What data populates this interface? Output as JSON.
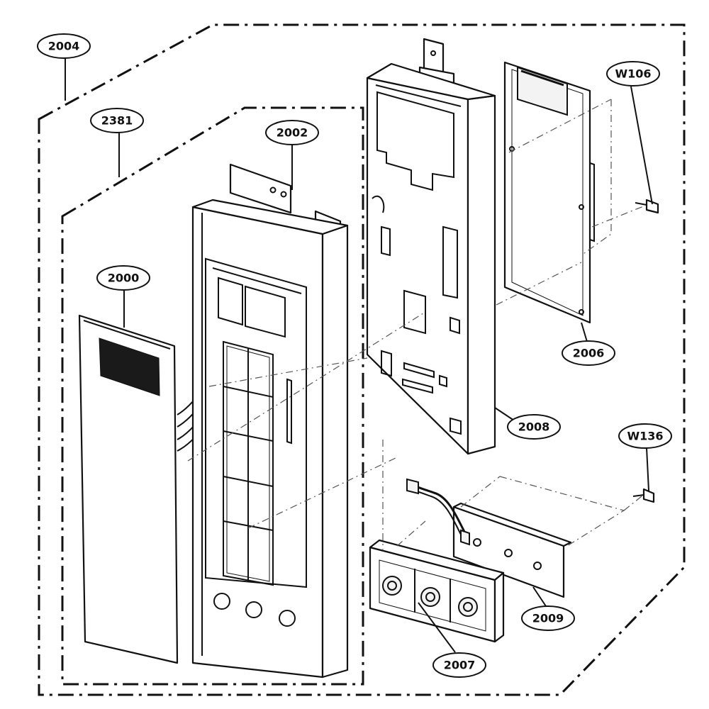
{
  "callouts": {
    "c2004": "2004",
    "c2381": "2381",
    "c2002": "2002",
    "c2000": "2000",
    "cW106": "W106",
    "c2006": "2006",
    "c2008": "2008",
    "cW136": "W136",
    "c2009": "2009",
    "c2007": "2007"
  },
  "colors": {
    "line": "#111111",
    "display_window": "#1a1a1a",
    "background": "#ffffff"
  }
}
